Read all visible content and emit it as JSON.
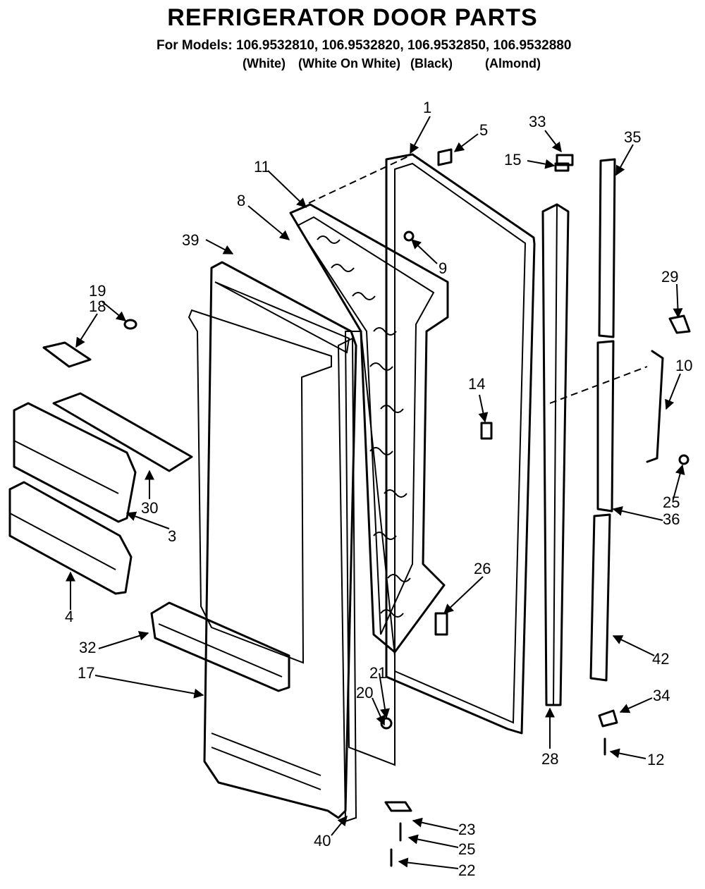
{
  "title": "REFRIGERATOR DOOR PARTS",
  "models_line": "For Models: 106.9532810, 106.9532820, 106.9532850, 106.9532880",
  "color_labels": [
    "(White)",
    "(White On White)",
    "(Black)",
    "(Almond)"
  ],
  "part_numbers": [
    "1",
    "3",
    "4",
    "5",
    "8",
    "9",
    "10",
    "11",
    "12",
    "14",
    "15",
    "17",
    "18",
    "19",
    "20",
    "21",
    "22",
    "23",
    "25",
    "26",
    "28",
    "29",
    "30",
    "32",
    "33",
    "34",
    "35",
    "36",
    "39",
    "40",
    "42"
  ]
}
